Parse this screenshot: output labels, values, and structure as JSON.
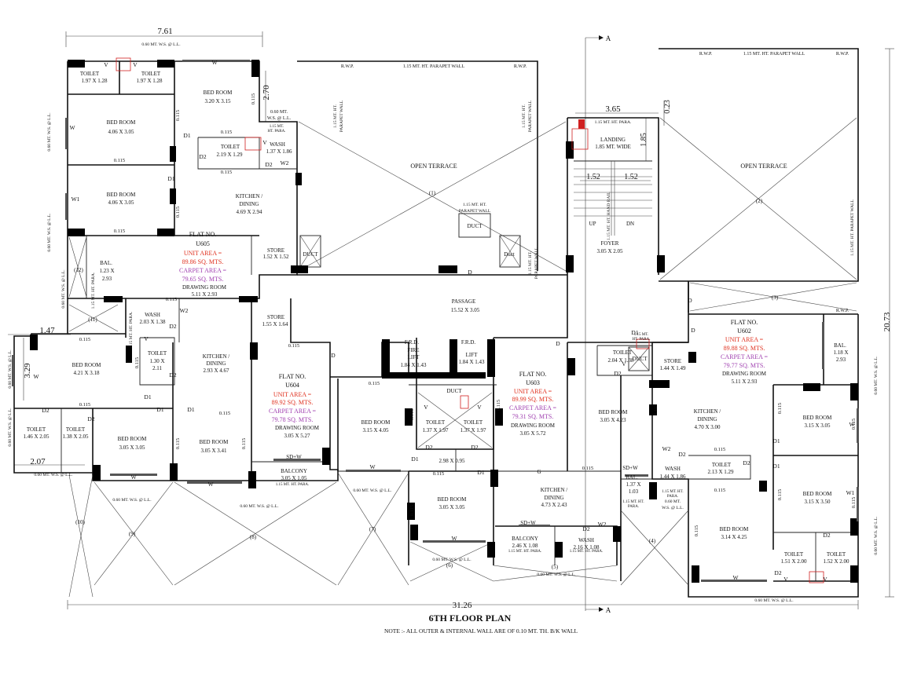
{
  "title": "6TH FLOOR PLAN",
  "note": "NOTE :- ALL OUTER & INTERNAL WALL ARE OF 0.10 MT. TH. B/K WALL",
  "colors": {
    "unit_area": "#e0301e",
    "carpet_area": "#a040b0",
    "line": "#111111",
    "highlight": "#d02020"
  },
  "dimensions": {
    "overall_width": "31.26",
    "overall_depth": "20.73",
    "top_left": "7.61",
    "lift_block": "3.65",
    "d_2_70": "2.70",
    "d_1_47": "1.47",
    "d_3_29": "3.29",
    "d_2_07": "2.07",
    "d_0_23": "0.23",
    "d_1_85": "1.85",
    "d_1_52a": "1.52",
    "d_1_52b": "1.52",
    "section_mark": "A"
  },
  "flats": [
    {
      "name": "FLAT NO.",
      "number": "U605",
      "unit_area": "UNIT AREA =",
      "unit_value": "89.86 SQ. MTS.",
      "carpet_area": "CARPET AREA =",
      "carpet_value": "79.65 SQ. MTS."
    },
    {
      "name": "FLAT NO.",
      "number": "U604",
      "unit_area": "UNIT AREA =",
      "unit_value": "89.92 SQ. MTS.",
      "carpet_area": "CARPET AREA =",
      "carpet_value": "79.78 SQ. MTS."
    },
    {
      "name": "FLAT NO.",
      "number": "U603",
      "unit_area": "UNIT AREA =",
      "unit_value": "89.99 SQ. MTS.",
      "carpet_area": "CARPET AREA =",
      "carpet_value": "79.31 SQ. MTS."
    },
    {
      "name": "FLAT NO.",
      "number": "U602",
      "unit_area": "UNIT AREA =",
      "unit_value": "89.88 SQ. MTS.",
      "carpet_area": "CARPET AREA =",
      "carpet_value": "79.77 SQ. MTS."
    }
  ],
  "rooms": [
    {
      "name": "TOILET",
      "size": "1.97 X 1.28"
    },
    {
      "name": "TOILET",
      "size": "1.97 X 1.28"
    },
    {
      "name": "BED ROOM",
      "size": "3.20 X 3.15"
    },
    {
      "name": "BED ROOM",
      "size": "4.06 X 3.05"
    },
    {
      "name": "TOILET",
      "size": "2.19 X 1.29"
    },
    {
      "name": "WASH",
      "size": "1.37 X 1.86"
    },
    {
      "name": "BED ROOM",
      "size": "4.06 X 3.05"
    },
    {
      "name": "KITCHEN /",
      "size": "DINING"
    },
    {
      "name": "4.69 X 2.94",
      "size": ""
    },
    {
      "name": "STORE",
      "size": "1.52 X 1.52"
    },
    {
      "name": "BAL.",
      "size": "1.23 X"
    },
    {
      "name": "2.93",
      "size": ""
    },
    {
      "name": "DRAWING ROOM",
      "size": "5.11 X 2.93"
    },
    {
      "name": "WASH",
      "size": "2.03 X 1.38"
    },
    {
      "name": "STORE",
      "size": "1.55 X 1.64"
    },
    {
      "name": "TOILET",
      "size": "1.30 X"
    },
    {
      "name": "2.11",
      "size": ""
    },
    {
      "name": "BED ROOM",
      "size": "4.21 X 3.18"
    },
    {
      "name": "KITCHEN /",
      "size": "DINING"
    },
    {
      "name": "2.93 X 4.67",
      "size": ""
    },
    {
      "name": "TOILET",
      "size": "1.46 X 2.05"
    },
    {
      "name": "TOILET",
      "size": "1.38 X 2.05"
    },
    {
      "name": "BED ROOM",
      "size": "3.05 X 3.05"
    },
    {
      "name": "BED ROOM",
      "size": "3.05 X 3.41"
    },
    {
      "name": "DRAWING ROOM",
      "size": "3.05 X 5.27"
    },
    {
      "name": "BALCONY",
      "size": "3.05 X 1.05"
    },
    {
      "name": "BED ROOM",
      "size": "3.15 X 4.05"
    },
    {
      "name": "TOILET",
      "size": "1.37 X 1.97"
    },
    {
      "name": "TOILET",
      "size": "1.37 X 1.97"
    },
    {
      "name": "DRAWING ROOM",
      "size": "3.05 X 5.72"
    },
    {
      "name": "BED ROOM",
      "size": "3.05 X 3.05"
    },
    {
      "name": "KITCHEN /",
      "size": "DINING"
    },
    {
      "name": "4.73 X 2.43",
      "size": ""
    },
    {
      "name": "BALCONY",
      "size": "2.46 X 1.08"
    },
    {
      "name": "WASH",
      "size": "2.16 X 1.08"
    },
    {
      "name": "TOILET",
      "size": "2.04 X 1.38"
    },
    {
      "name": "BED ROOM",
      "size": "3.05 X 4.23"
    },
    {
      "name": "BAL.",
      "size": "1.37 X"
    },
    {
      "name": "1.03",
      "size": ""
    },
    {
      "name": "STORE",
      "size": "1.44 X 1.49"
    },
    {
      "name": "WASH",
      "size": "1.44 X 1.86"
    },
    {
      "name": "KITCHEN /",
      "size": "DINING"
    },
    {
      "name": "4.70 X 3.00",
      "size": ""
    },
    {
      "name": "DRAWING ROOM",
      "size": "5.11 X 2.93"
    },
    {
      "name": "BAL.",
      "size": "1.18 X"
    },
    {
      "name": "2.93",
      "size": ""
    },
    {
      "name": "BED ROOM",
      "size": "3.15 X 3.05"
    },
    {
      "name": "TOILET",
      "size": "2.13 X 1.29"
    },
    {
      "name": "BED ROOM",
      "size": "3.15 X 3.50"
    },
    {
      "name": "BED ROOM",
      "size": "3.14 X 4.25"
    },
    {
      "name": "TOILET",
      "size": "1.51 X 2.00"
    },
    {
      "name": "TOILET",
      "size": "1.52 X 2.00"
    },
    {
      "name": "LANDING",
      "size": "1.85 MT. WIDE"
    },
    {
      "name": "FOYER",
      "size": "3.05 X 2.05"
    },
    {
      "name": "PASSAGE",
      "size": "15.52 X 3.05"
    },
    {
      "name": "LIFT",
      "size": "1.84 X 1.43"
    },
    {
      "name": "F.R.D.",
      "size": ""
    },
    {
      "name": "F.R.D.",
      "size": ""
    },
    {
      "name": "2.98 X 0.95",
      "size": ""
    }
  ],
  "labels": {
    "open_terrace": "OPEN TERRACE",
    "parapet": "1.15 MT. HT. PARAPET WALL",
    "rwp": "R.W.P.",
    "duct": "DUCT",
    "duct_small": "Duct",
    "fire_lift_1": "FIRE",
    "fire_lift_2": "LIFT",
    "ws": "0.60 MT. W.S. @ L.L.",
    "ws_a": "0.60 MT.",
    "ws_b": "W.S. @ L.L.",
    "para": "1.15 MT. HT. PARA.",
    "para_a": "1.15 MT. HT.",
    "para_b": "PARA.",
    "para_c": "1.15 MT.",
    "para_d": "HT. PARA.",
    "hand_rail": "1.15 MT. HT. HAND RAIL",
    "up": "UP",
    "dn": "DN",
    "sdw": "SD+W",
    "d": "D",
    "d1": "D1",
    "d2": "D2",
    "w": "W",
    "w1": "W1",
    "w2": "W2",
    "v": "V",
    "g": "G",
    "t115": "0.115",
    "pp_a": "1.15 MT. HT.",
    "pp_b": "PARAPET WALL",
    "pp_c": "PARAPET WALL",
    "pp_d": "1.15 MT. HT. PARAPET WALL"
  },
  "circle_marks": [
    "(1)",
    "(2)",
    "(3)",
    "(4)",
    "(5)",
    "(6)",
    "(7)",
    "(8)",
    "(9)",
    "(10)",
    "(11)",
    "(12)"
  ]
}
